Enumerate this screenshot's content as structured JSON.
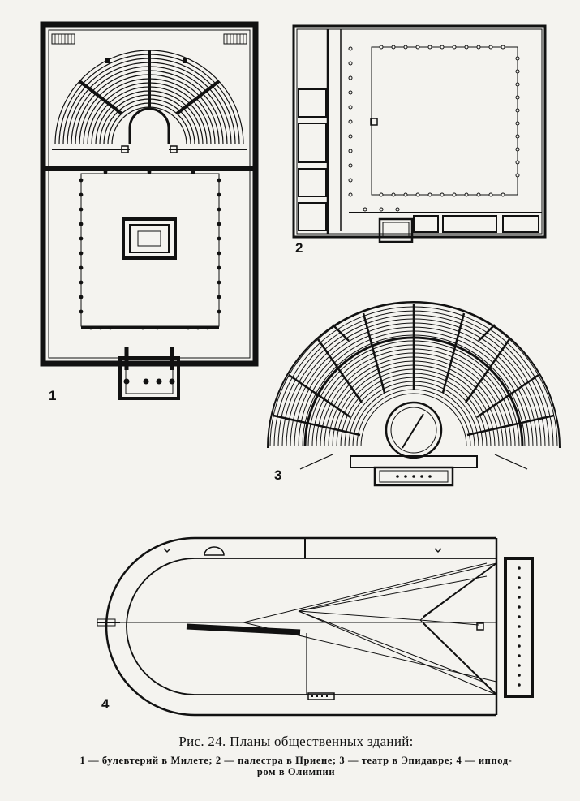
{
  "figure": {
    "labels": {
      "plan1": "1",
      "plan2": "2",
      "plan3": "3",
      "plan4": "4"
    },
    "caption_title": "Рис. 24. Планы общественных зданий:",
    "caption_legend": "1 — булевтерий в Милете; 2 — палестра в Приене; 3 — театр в Эпидавре; 4 — иппод-\nром в Олимпии"
  },
  "colors": {
    "ink": "#111111",
    "paper": "#f4f3ef"
  }
}
